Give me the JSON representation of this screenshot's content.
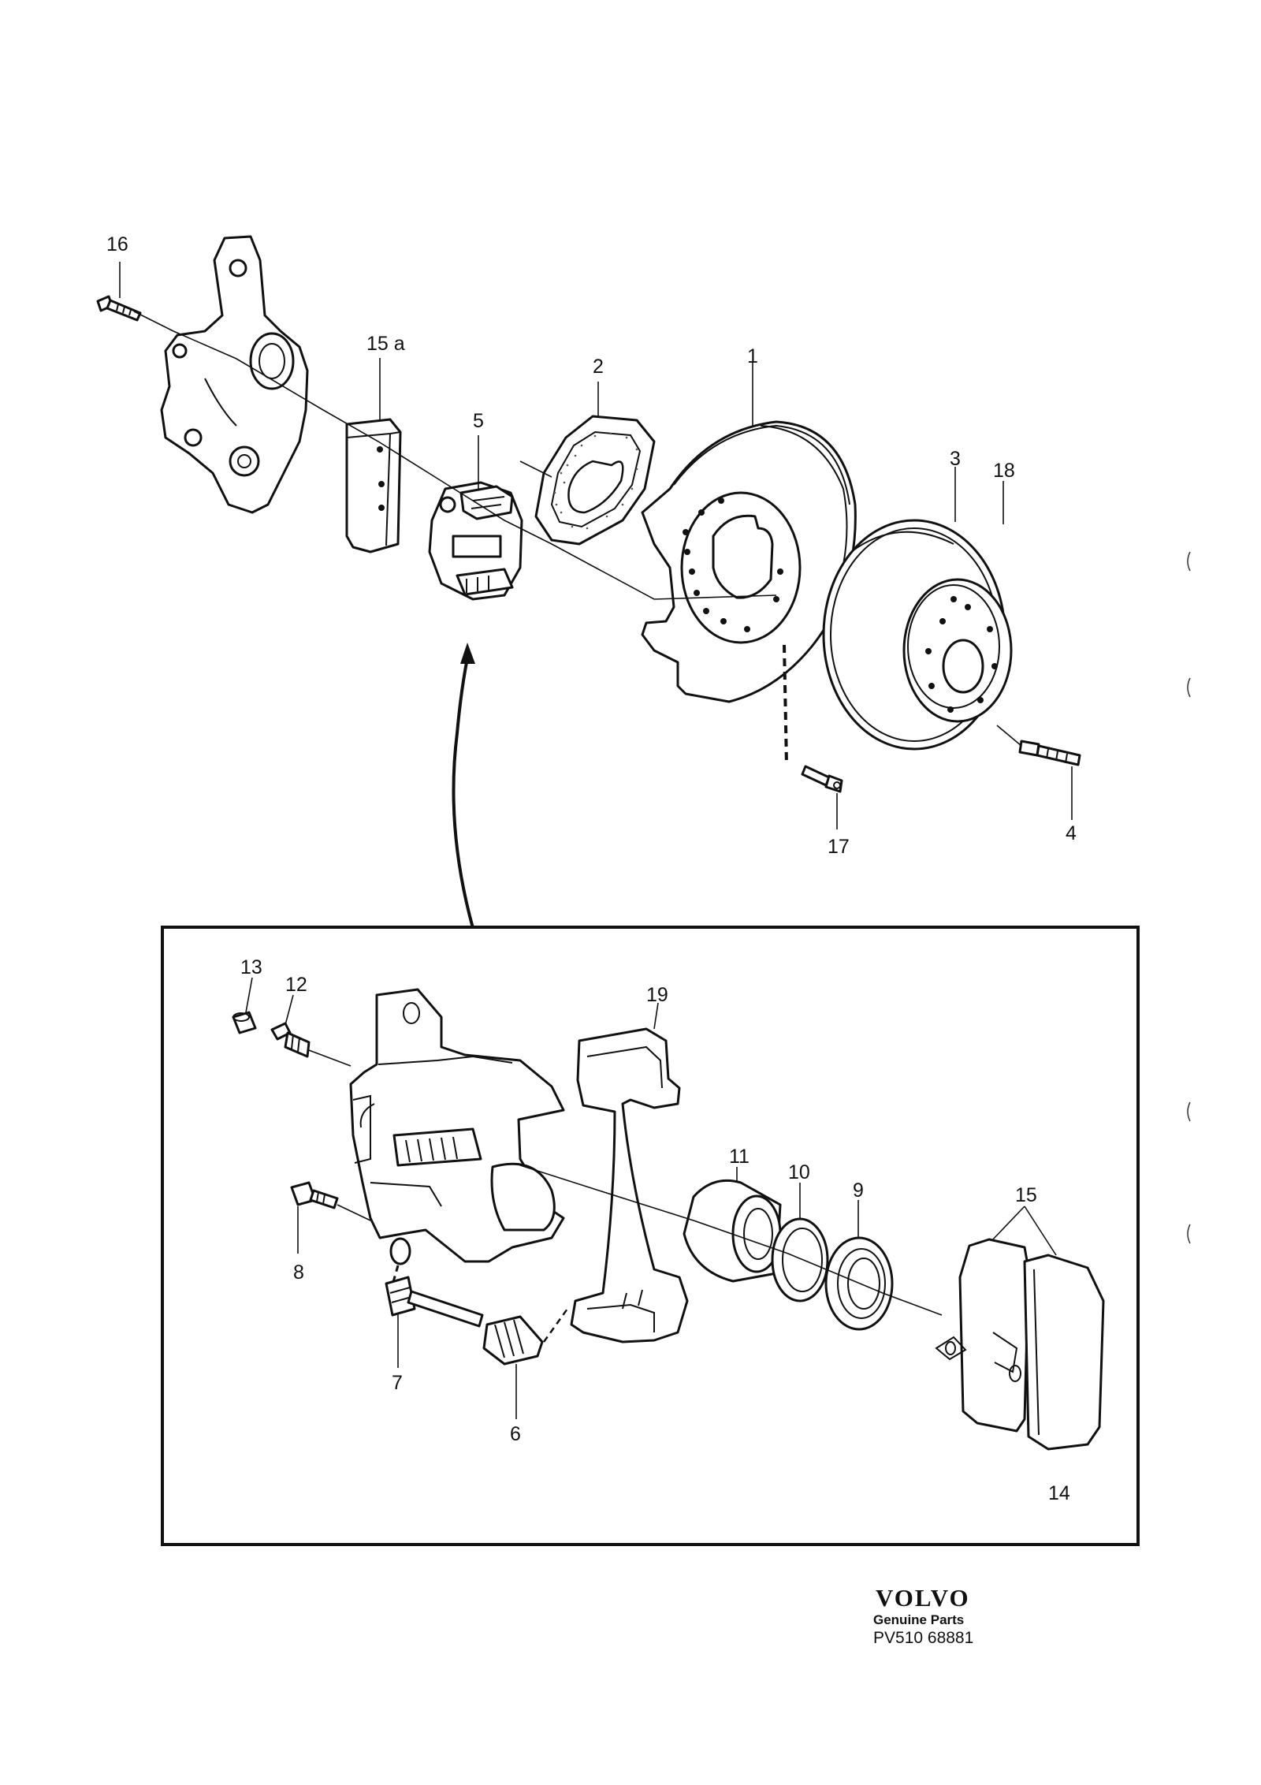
{
  "labels": {
    "p16": "16",
    "p15a": "15 a",
    "p2": "2",
    "p1": "1",
    "p5": "5",
    "p3": "3",
    "p18": "18",
    "p17": "17",
    "p4": "4",
    "p13": "13",
    "p12": "12",
    "p19": "19",
    "p11": "11",
    "p10": "10",
    "p9": "9",
    "p15": "15",
    "p8": "8",
    "p7": "7",
    "p6": "6",
    "p14": "14"
  },
  "footer": {
    "brand": "VOLVO",
    "subtitle": "Genuine Parts",
    "code": "PV510 68881"
  },
  "colors": {
    "ink": "#111111",
    "paper": "#ffffff"
  }
}
